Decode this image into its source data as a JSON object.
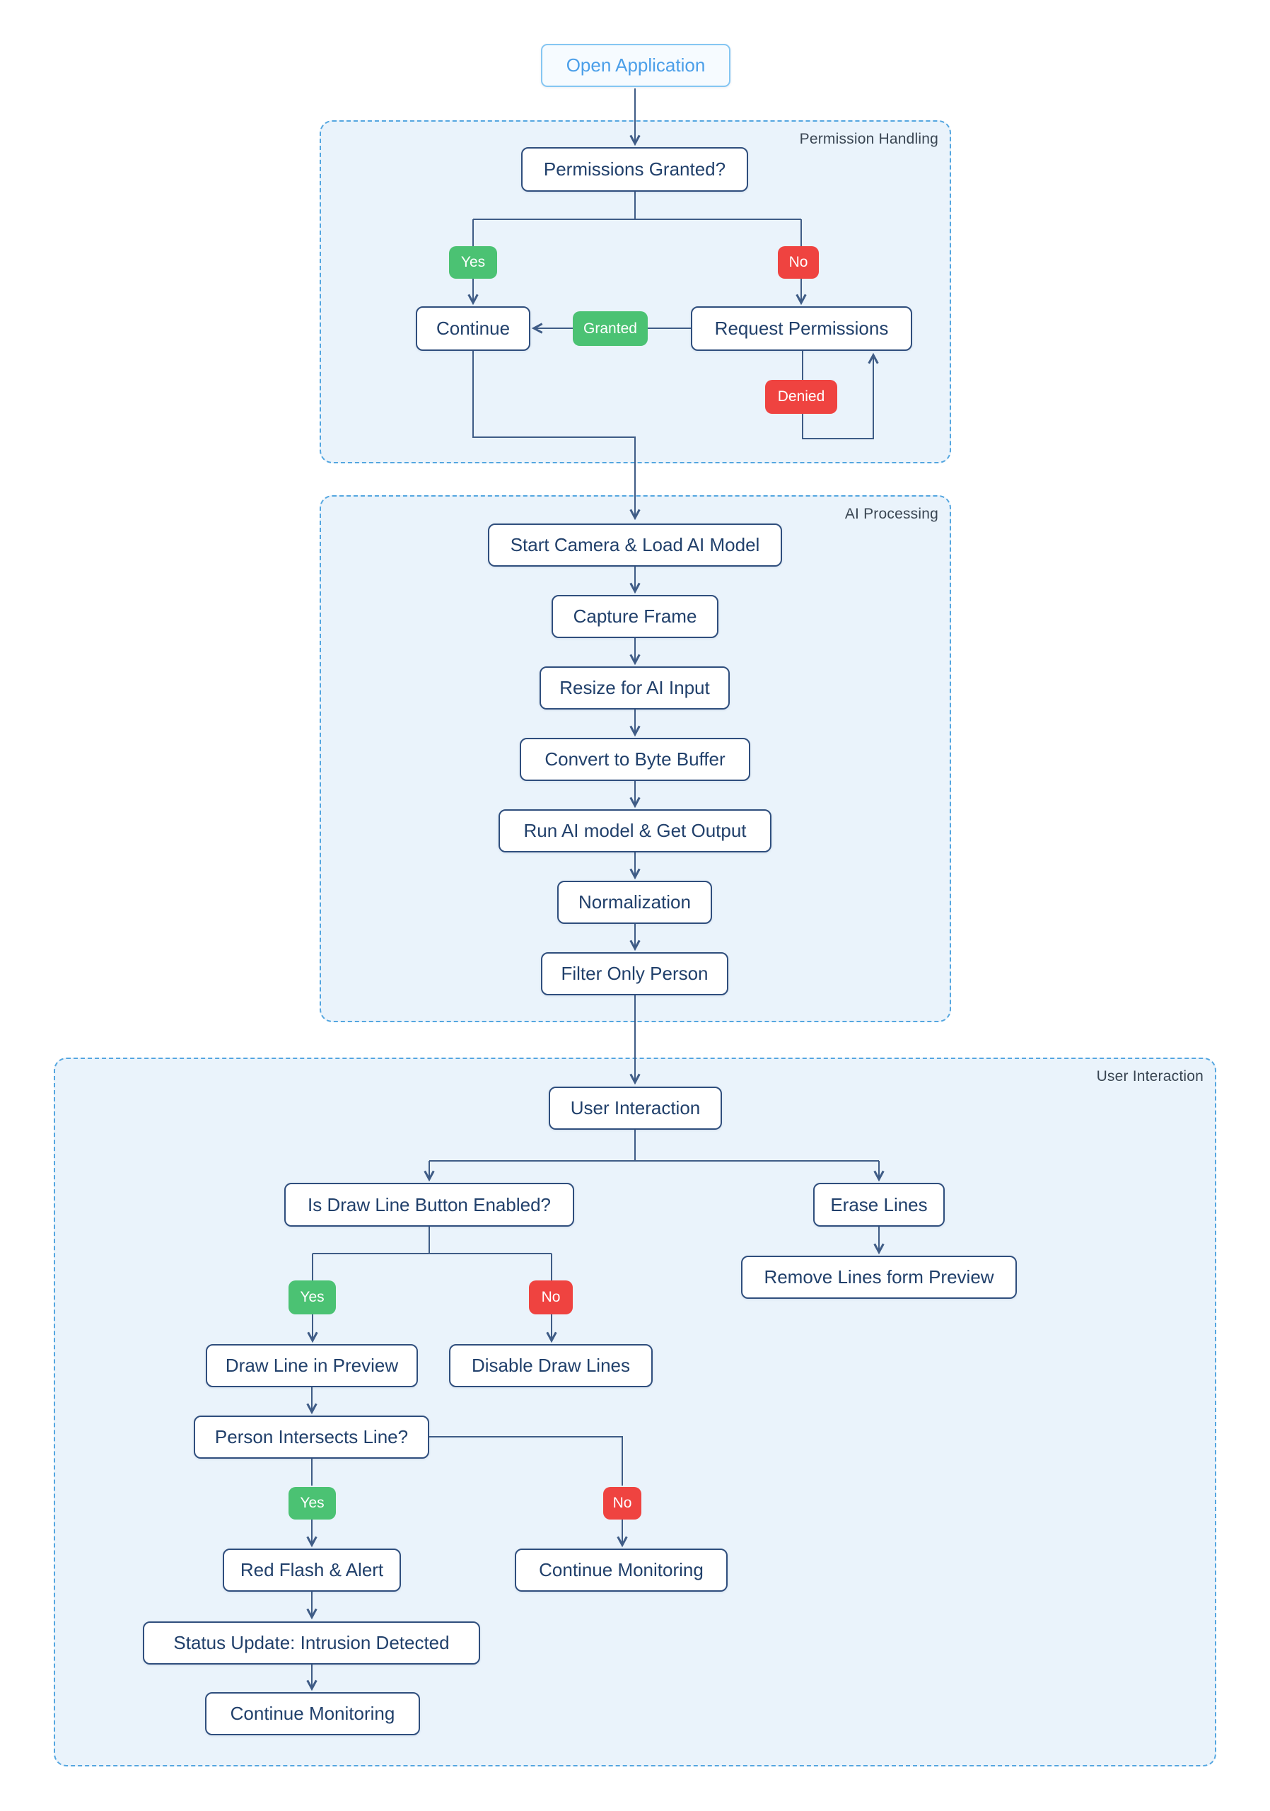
{
  "diagram": {
    "start": "Open Application",
    "sections": {
      "permission": "Permission Handling",
      "ai": "AI Processing",
      "user": "User Interaction"
    },
    "nodes": {
      "permissions_granted": "Permissions Granted?",
      "continue": "Continue",
      "request_permissions": "Request Permissions",
      "start_camera": "Start Camera & Load AI Model",
      "capture_frame": "Capture Frame",
      "resize_input": "Resize for AI Input",
      "convert_buffer": "Convert to Byte Buffer",
      "run_model": "Run AI model & Get Output",
      "normalization": "Normalization",
      "filter_person": "Filter Only Person",
      "user_interaction": "User Interaction",
      "is_draw_enabled": "Is Draw Line Button Enabled?",
      "erase_lines": "Erase Lines",
      "remove_lines": "Remove Lines form Preview",
      "draw_line_preview": "Draw Line in Preview",
      "disable_draw": "Disable Draw Lines",
      "person_intersects": "Person Intersects Line?",
      "red_flash": "Red Flash & Alert",
      "continue_monitoring_no": "Continue Monitoring",
      "status_update": "Status Update: Intrusion Detected",
      "continue_monitoring_end": "Continue Monitoring"
    },
    "badges": {
      "yes_permissions": "Yes",
      "no_permissions": "No",
      "granted": "Granted",
      "denied": "Denied",
      "yes_draw": "Yes",
      "no_draw": "No",
      "yes_intersect": "Yes",
      "no_intersect": "No"
    },
    "colors": {
      "yes_green": "#4BC273",
      "no_red": "#EF4340",
      "section_border": "#54A6E0",
      "section_fill": "#EAF3FB",
      "node_border": "#2F4E7D",
      "node_text": "#21406B",
      "start_border": "#85C6F2",
      "start_text": "#4B9FE9",
      "connector": "#3F5C86",
      "section_label_text": "#3A4653"
    }
  }
}
